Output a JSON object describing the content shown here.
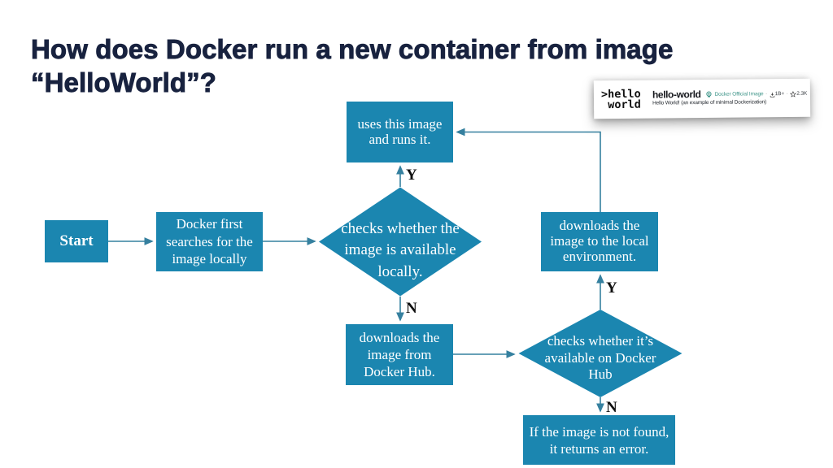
{
  "slide": {
    "title_lines": [
      "How does Docker run a new container from image",
      "“HelloWorld”?"
    ],
    "title_color": "#18223f",
    "background_color": "#ffffff"
  },
  "hub_card": {
    "logo_lines": [
      ">hello",
      " world"
    ],
    "name": "hello-world",
    "badge_label": "Docker Official Image",
    "badge_color": "#3d9488",
    "separator": "·",
    "downloads": "1B+",
    "stars": "2.3K",
    "description": "Hello World! (an example of minimal Dockerization)",
    "icons": [
      "official-badge-icon",
      "download-icon",
      "star-icon"
    ]
  },
  "flowchart": {
    "node_fill": "#1b86b0",
    "node_text_color": "#ffffff",
    "connector_color": "#35809f",
    "branch_label_color": "#0e0e0e",
    "nodes": {
      "start": {
        "label": "Start",
        "type": "rect"
      },
      "search_local": {
        "lines": [
          "Docker first",
          "searches for the",
          "image locally"
        ],
        "type": "rect"
      },
      "check_local": {
        "lines": [
          "checks whether the",
          "image is available",
          "locally."
        ],
        "type": "diamond"
      },
      "use_image": {
        "lines": [
          "uses this image",
          "and runs it."
        ],
        "type": "rect"
      },
      "download_local": {
        "lines": [
          "downloads the",
          "image to the local",
          "environment."
        ],
        "type": "rect"
      },
      "download_hub": {
        "lines": [
          "downloads the",
          "image from",
          "Docker Hub."
        ],
        "type": "rect"
      },
      "check_hub": {
        "lines": [
          "checks whether it’s",
          "available on Docker",
          "Hub"
        ],
        "type": "diamond"
      },
      "error": {
        "lines": [
          "If the image is not found,",
          "it returns an error."
        ],
        "type": "rect"
      }
    },
    "branch_labels": {
      "yes": "Y",
      "no": "N"
    }
  }
}
